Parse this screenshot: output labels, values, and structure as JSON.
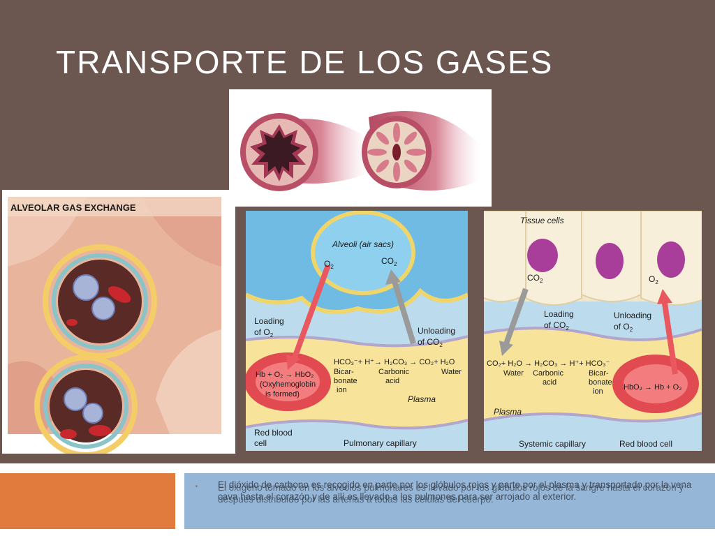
{
  "slide": {
    "title": "TRANSPORTE DE LOS GASES"
  },
  "alveolar_figure": {
    "header": "ALVEOLAR GAS EXCHANGE"
  },
  "pulmonary_figure": {
    "alveoli": "Alveoli (air sacs)",
    "o2": "O",
    "o2_sub": "2",
    "co2": "CO",
    "co2_sub": "2",
    "loading": "Loading",
    "loading_of": "of O",
    "loading_sub": "2",
    "unloading": "Unloading",
    "unloading_of": "of CO",
    "unloading_sub": "2",
    "equation": "HCO₃⁻+ H⁺→ H₂CO₃ → CO₂+ H₂O",
    "bicarbonate": "Bicar-",
    "bicarbonate2": "bonate",
    "bicarbonate3": "ion",
    "carbonic": "Carbonic",
    "carbonic2": "acid",
    "water": "Water",
    "rbc_eq": "Hb + O₂ → HbO₂",
    "rbc_note1": "(Oxyhemoglobin",
    "rbc_note2": "is formed)",
    "plasma": "Plasma",
    "red_blood": "Red blood",
    "cell": "cell",
    "capillary": "Pulmonary capillary"
  },
  "systemic_figure": {
    "tissue": "Tissue cells",
    "co2": "CO",
    "co2_sub": "2",
    "o2": "O",
    "o2_sub": "2",
    "loading": "Loading",
    "loading_of": "of CO",
    "loading_sub": "2",
    "unloading": "Unloading",
    "unloading_of": "of O",
    "unloading_sub": "2",
    "equation": "CO₂+ H₂O → H₂CO₃ → H⁺+ HCO₃⁻",
    "water": "Water",
    "carbonic": "Carbonic",
    "carbonic2": "acid",
    "bicarbonate": "Bicar-",
    "bicarbonate2": "bonate",
    "bicarbonate3": "ion",
    "rbc_eq": "HbO₂ → Hb + O₂",
    "plasma": "Plasma",
    "capillary": "Systemic capillary",
    "rbc": "Red blood cell"
  },
  "footer": {
    "bullet": "▪",
    "text1": "El dióxido de carbono es recogido en parte por los glóbulos rojos y parte por el plasma y transportado por la vena cava hasta el corazón y de allí es llevado a los pulmones para ser arrojado al exterior.",
    "text2": "El oxígeno tomado en los alvéolos pulmonares es llevado por los glóbulos rojos de la sangre hasta el corazón y después distribuido por las arterias a todas las células del cuerpo."
  },
  "colors": {
    "background": "#6b5650",
    "footer_orange": "#e07a3d",
    "footer_blue": "#95b6d6"
  }
}
